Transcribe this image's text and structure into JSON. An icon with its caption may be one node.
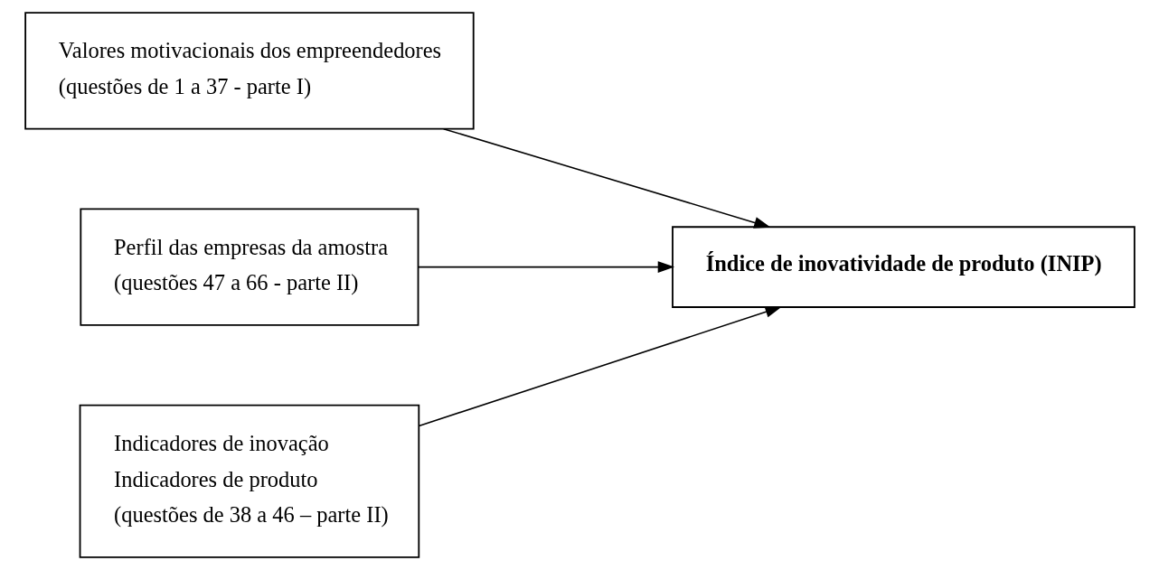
{
  "diagram": {
    "nodes": [
      {
        "text": [
          "Valores motivacionais dos empreendedores",
          "(questões de 1 a 37 - parte I)"
        ]
      },
      {
        "text": [
          "Índice de inovatividade de produto (INIP)"
        ]
      },
      {
        "text": [
          "Perfil das empresas da amostra",
          "(questões 47 a 66 - parte II)"
        ]
      },
      {
        "text": [
          "Indicadores de inovação",
          "Indicadores de produto",
          "(questões de 38 a 46 – parte II)"
        ]
      }
    ],
    "edges": [
      {
        "from": 0,
        "to": 1,
        "arrow": "to"
      },
      {
        "from": 2,
        "to": 1,
        "arrow": "to"
      },
      {
        "from": 3,
        "to": 1,
        "arrow": "to"
      }
    ]
  }
}
